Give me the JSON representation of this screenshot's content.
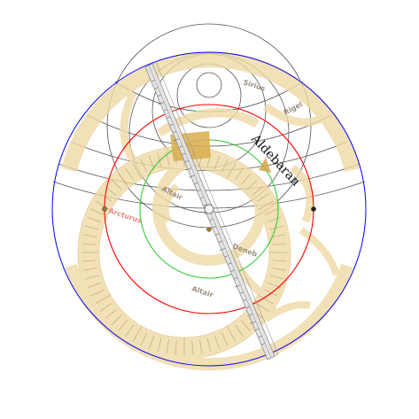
{
  "colors": {
    "background": "#ffffff",
    "rete": "#efd9a6",
    "rete_edge": "#e2c585",
    "horizon_ring": "#0000ff",
    "tropic_capricorn": "#ff0000",
    "equator": "#33cc33",
    "almucantar": "#555555",
    "rule": "#e4e4e4",
    "rule_edge": "#8a8a8a",
    "pointer": "#d4a24c",
    "marker": "#a07830"
  },
  "stars": {
    "sirius": "Sirius",
    "rigel": "Rigel",
    "altair": "Altair",
    "altair2": "Altair",
    "deneb": "Deneb",
    "arcturus": "Arcturus"
  },
  "highlight": {
    "name": "Aldebaran"
  },
  "icons": {
    "rule_pivot": "circle-pivot-icon",
    "star_pointer": "star-pointer-icon"
  }
}
